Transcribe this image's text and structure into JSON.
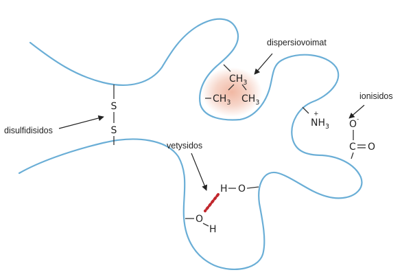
{
  "labels": {
    "disulfide": "disulfidisidos",
    "dispersion": "dispersiovoimat",
    "ionic": "ionisidos",
    "hydrogen": "vetysidos"
  },
  "atoms": {
    "s_top": "S",
    "s_bottom": "S",
    "ch3_main": "CH",
    "ch3_sub": "3",
    "nh3_main": "NH",
    "nh3_sub": "3",
    "nh3_charge": "+",
    "o_minus": "O",
    "o_minus_charge": "-",
    "c_carbonyl": "C",
    "o_double": "O",
    "h_donor": "H",
    "o_donor": "O",
    "o_acceptor": "O",
    "h_acceptor": "H"
  },
  "colors": {
    "chain": "#6aaed6",
    "hydrophobic_glow": "#f0b49e",
    "hydrogen_bond": "#c1272d",
    "text": "#222222"
  }
}
